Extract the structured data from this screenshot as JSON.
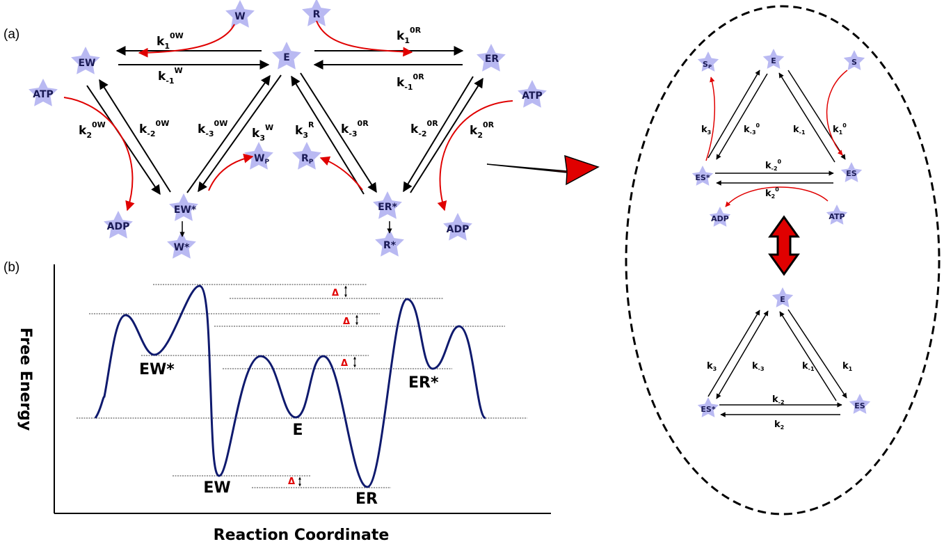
{
  "panels": {
    "a": "(a)",
    "b": "(b)"
  },
  "colors": {
    "star": "#b9b9f2",
    "curve": "#0f1a6e",
    "red": "#e00000",
    "black": "#000000"
  },
  "species": {
    "E": "E",
    "EW": "EW",
    "ER": "ER",
    "W": "W",
    "R": "R",
    "ATP": "ATP",
    "ADP": "ADP",
    "EWstar": "EW*",
    "ERstar": "ER*",
    "Wstar": "W*",
    "Rstar": "R*",
    "WP": "W",
    "WP_sub": "P",
    "RP": "R",
    "RP_sub": "P"
  },
  "rates_a": {
    "k1_0W": {
      "b": "k",
      "s": "1",
      "p": "0W"
    },
    "km1_W": {
      "b": "k",
      "s": "-1",
      "p": "W"
    },
    "k1_0R": {
      "b": "k",
      "s": "1",
      "p": "0R"
    },
    "km1_0R": {
      "b": "k",
      "s": "-1",
      "p": "0R"
    },
    "k2_0W": {
      "b": "k",
      "s": "2",
      "p": "0W"
    },
    "km2_0W": {
      "b": "k",
      "s": "-2",
      "p": "0W"
    },
    "km3_0W": {
      "b": "k",
      "s": "-3",
      "p": "0W"
    },
    "k3_W": {
      "b": "k",
      "s": "3",
      "p": "W"
    },
    "k3_R": {
      "b": "k",
      "s": "3",
      "p": "R"
    },
    "km3_0R": {
      "b": "k",
      "s": "-3",
      "p": "0R"
    },
    "km2_0R": {
      "b": "k",
      "s": "-2",
      "p": "0R"
    },
    "k2_0R": {
      "b": "k",
      "s": "2",
      "p": "0R"
    }
  },
  "energy": {
    "ylabel": "Free Energy",
    "xlabel": "Reaction Coordinate",
    "labels": {
      "EWstar": "EW*",
      "E": "E",
      "ERstar": "ER*",
      "EW": "EW",
      "ER": "ER"
    },
    "delta": "Δ"
  },
  "inset_top": {
    "species": {
      "E": "E",
      "SP": "S",
      "SP_sub": "P",
      "S": "S",
      "ESstar": "ES*",
      "ES": "ES",
      "ADP": "ADP",
      "ATP": "ATP"
    },
    "rates": {
      "k3": {
        "b": "k",
        "s": "3",
        "p": ""
      },
      "km3_0": {
        "b": "k",
        "s": "-3",
        "p": "0"
      },
      "km1": {
        "b": "k",
        "s": "-1",
        "p": ""
      },
      "k1_0": {
        "b": "k",
        "s": "1",
        "p": "0"
      },
      "km2_0": {
        "b": "k",
        "s": "-2",
        "p": "0"
      },
      "k2_0": {
        "b": "k",
        "s": "2",
        "p": "0"
      }
    }
  },
  "inset_bottom": {
    "species": {
      "E": "E",
      "ESstar": "ES*",
      "ES": "ES"
    },
    "rates": {
      "k3": {
        "b": "k",
        "s": "3",
        "p": ""
      },
      "km3": {
        "b": "k",
        "s": "-3",
        "p": ""
      },
      "km1": {
        "b": "k",
        "s": "-1",
        "p": ""
      },
      "k1": {
        "b": "k",
        "s": "1",
        "p": ""
      },
      "km2": {
        "b": "k",
        "s": "-2",
        "p": ""
      },
      "k2": {
        "b": "k",
        "s": "2",
        "p": ""
      }
    }
  }
}
